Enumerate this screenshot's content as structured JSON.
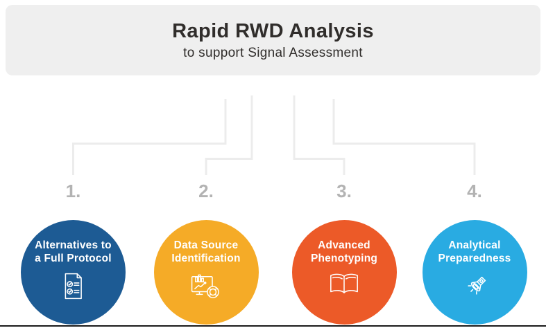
{
  "header": {
    "title": "Rapid RWD Analysis",
    "subtitle": "to support Signal Assessment"
  },
  "colors": {
    "background": "#ffffff",
    "header_bg": "#efefef",
    "header_text": "#302d2b",
    "connector": "#ececec",
    "step_number": "#b3b3b3",
    "circle_text": "#ffffff",
    "bottom_rule": "#1a1a1a"
  },
  "steps": [
    {
      "number": "1.",
      "label_line1": "Alternatives to",
      "label_line2": "a Full Protocol",
      "color": "#1d5b94",
      "icon": "checklist-document-icon"
    },
    {
      "number": "2.",
      "label_line1": "Data Source",
      "label_line2": "Identification",
      "color": "#f5ab27",
      "icon": "data-chart-monitor-icon"
    },
    {
      "number": "3.",
      "label_line1": "Advanced",
      "label_line2": "Phenotyping",
      "color": "#ec5a28",
      "icon": "open-book-icon"
    },
    {
      "number": "4.",
      "label_line1": "Analytical",
      "label_line2": "Preparedness",
      "color": "#29abe2",
      "icon": "flashlight-icon"
    }
  ]
}
